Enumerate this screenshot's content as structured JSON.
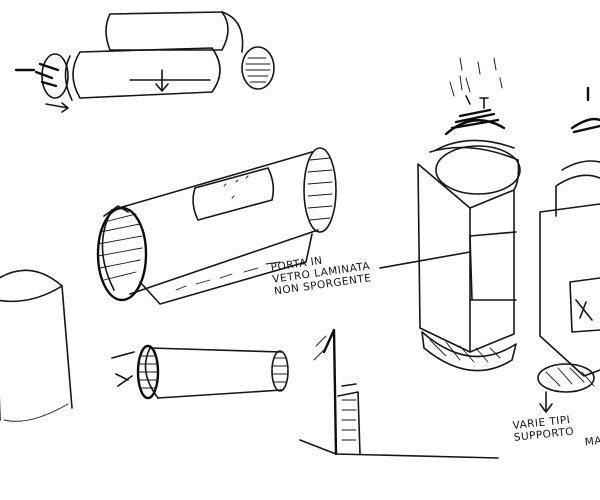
{
  "annotations": {
    "glass_door": [
      "Porta in",
      "vetro laminata",
      "non sporgente"
    ],
    "support_types": [
      "Varie tipi",
      "supporto",
      "ma"
    ]
  },
  "colors": {
    "ink": "#161616",
    "paper": "#ffffff"
  }
}
